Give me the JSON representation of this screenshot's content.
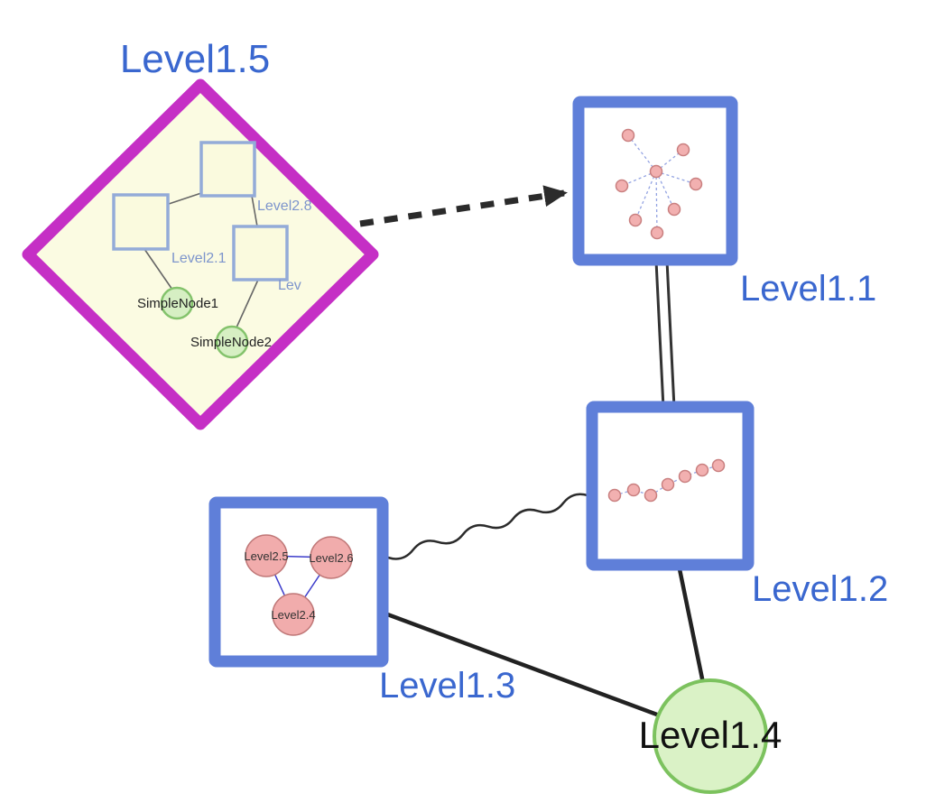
{
  "labels": {
    "level1_5": "Level1.5",
    "level1_1": "Level1.1",
    "level1_2": "Level1.2",
    "level1_3": "Level1.3",
    "level1_4": "Level1.4",
    "level2_8": "Level2.8",
    "level2_1": "Level2.1",
    "level2_trunc": "Lev",
    "simple_node_1": "SimpleNode1",
    "simple_node_2": "SimpleNode2",
    "level2_5": "Level2.5",
    "level2_6": "Level2.6",
    "level2_4": "Level2.4"
  },
  "edges": [
    {
      "from": "Level1.5",
      "to": "Level1.1",
      "style": "thick-dashed-arrow"
    },
    {
      "from": "Level1.1",
      "to": "Level1.2",
      "style": "double-line"
    },
    {
      "from": "Level1.3",
      "to": "Level1.2",
      "style": "wavy"
    },
    {
      "from": "Level1.3",
      "to": "Level1.4",
      "style": "solid"
    },
    {
      "from": "Level1.2",
      "to": "Level1.4",
      "style": "solid"
    },
    {
      "from": "Level2.8",
      "to": "Level2.1",
      "style": "solid-thin"
    },
    {
      "from": "Level2.8",
      "to": "Lev",
      "style": "solid-thin"
    },
    {
      "from": "Level2.1",
      "to": "SimpleNode1",
      "style": "solid-thin"
    },
    {
      "from": "Lev",
      "to": "SimpleNode2",
      "style": "solid-thin"
    },
    {
      "from": "Level2.5",
      "to": "Level2.6",
      "style": "blue-thin"
    },
    {
      "from": "Level2.5",
      "to": "Level2.4",
      "style": "blue-thin"
    },
    {
      "from": "Level2.6",
      "to": "Level2.4",
      "style": "blue-thin"
    }
  ],
  "colors": {
    "label_blue": "#3a67cf",
    "diamond_stroke": "#c52fc5",
    "diamond_fill": "#fbfbe2",
    "group_node_stroke": "#5f7fd9",
    "inner_square_stroke": "#93abd8",
    "inner_square_fill": "#fafade",
    "green_node_fill": "#d6efc3",
    "green_node_stroke": "#84c36c",
    "big_green_fill": "#daf2c6",
    "big_green_stroke": "#7cc25e",
    "pink_node_fill": "#f1acac",
    "pink_node_stroke": "#c07878",
    "edge_dark": "#2b2b2b",
    "mini_edge_blue": "#93a3e2",
    "triangle_edge_blue": "#3d3dcb"
  }
}
